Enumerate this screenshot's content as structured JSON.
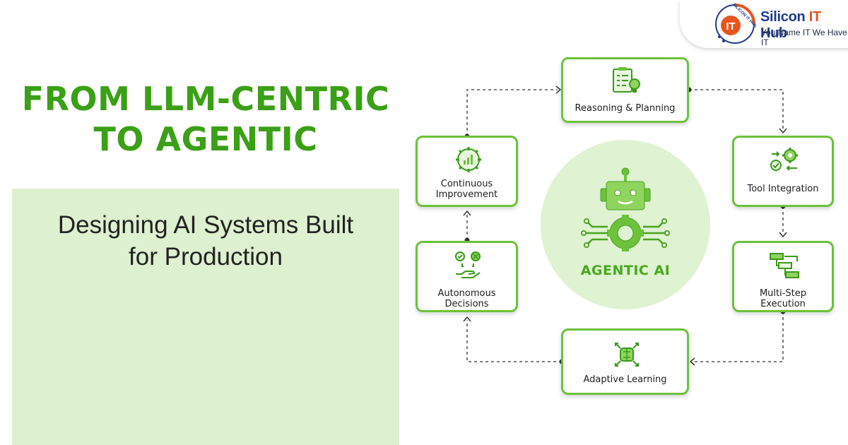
{
  "headline": {
    "line1": "FROM LLM-CENTRIC",
    "line2": "TO AGENTIC"
  },
  "subtitle": {
    "line1": "Designing AI Systems Built",
    "line2": "for Production"
  },
  "brand": {
    "name_part1": "Silicon ",
    "name_part2": "IT",
    "name_part3": " Hub",
    "tagline": "You Name IT We Have IT",
    "badge_text": "SILICON IT HUB",
    "badge_letters": "IT"
  },
  "center": {
    "label": "AGENTIC AI",
    "icon": "robot-gear-icon"
  },
  "nodes": {
    "reasoning": {
      "line1": "Reasoning & Planning",
      "icon": "checklist-bulb-icon"
    },
    "tool": {
      "line1": "Tool Integration",
      "icon": "gears-check-icon"
    },
    "multistep": {
      "line1": "Multi-Step",
      "line2": "Execution",
      "icon": "flowchart-icon"
    },
    "adaptive": {
      "line1": "Adaptive Learning",
      "icon": "brain-chip-icon"
    },
    "autonomous": {
      "line1": "Autonomous",
      "line2": "Decisions",
      "icon": "hand-choice-icon"
    },
    "continuous": {
      "line1": "Continuous",
      "line2": "Improvement",
      "icon": "cycle-chart-icon"
    }
  },
  "colors": {
    "accent": "#6cc23a",
    "headline": "#3aa015",
    "panel": "#ddf0cf",
    "brand_blue": "#1f3b8a",
    "brand_orange": "#e8541c"
  }
}
